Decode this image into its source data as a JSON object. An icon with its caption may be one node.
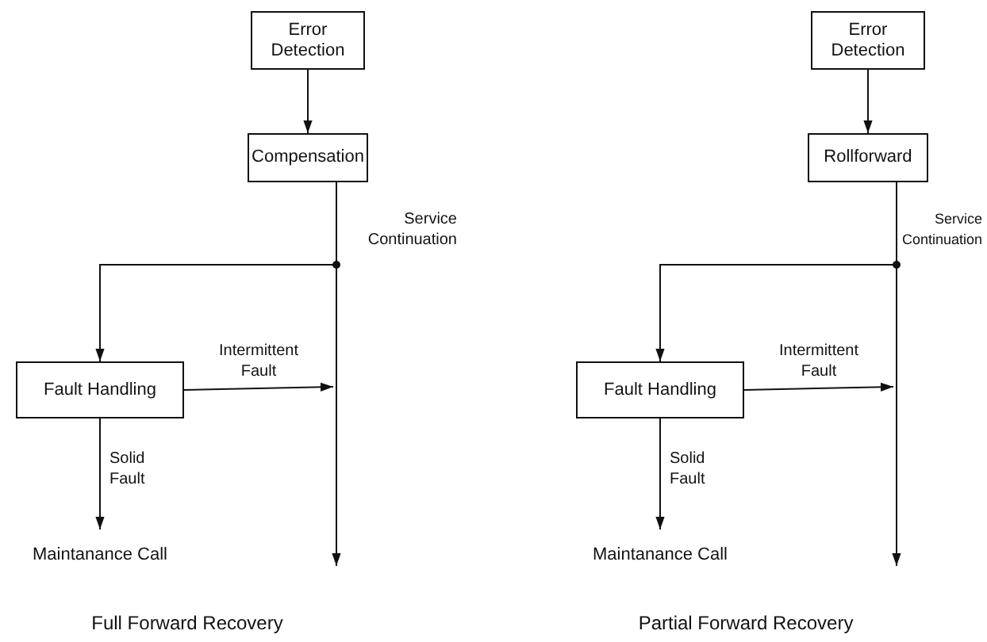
{
  "diagram": {
    "nodes": [
      {
        "text": [
          "Error Detection"
        ]
      },
      {
        "text": [
          "Compensation"
        ]
      },
      {
        "text": [
          "Fault Handling"
        ]
      },
      {
        "text": [
          "Maintanance Call"
        ]
      },
      {
        "text": [
          "Error Detection"
        ]
      },
      {
        "text": [
          "Rollforward"
        ]
      },
      {
        "text": [
          "Fault Handling"
        ]
      },
      {
        "text": [
          "Maintanance Call"
        ]
      }
    ],
    "edges": [
      {
        "from": 0,
        "to": 1,
        "arrow": "to"
      },
      {
        "from": 1,
        "to": null,
        "arrow": "to",
        "label": "Service Continuation"
      },
      {
        "from": 1,
        "to": 2,
        "arrow": "to"
      },
      {
        "from": 2,
        "to": null,
        "arrow": "to",
        "label": "Intermittent Fault"
      },
      {
        "from": 2,
        "to": 3,
        "arrow": "to",
        "label": "Solid Fault"
      },
      {
        "from": 4,
        "to": 5,
        "arrow": "to"
      },
      {
        "from": 5,
        "to": null,
        "arrow": "to",
        "label": "Service Continuation"
      },
      {
        "from": 5,
        "to": 6,
        "arrow": "to"
      },
      {
        "from": 6,
        "to": null,
        "arrow": "to",
        "label": "Intermittent Fault"
      },
      {
        "from": 6,
        "to": 7,
        "arrow": "to",
        "label": "Solid Fault"
      }
    ],
    "labels": [
      "Full Forward Recovery",
      "Partial Forward Recovery"
    ]
  }
}
